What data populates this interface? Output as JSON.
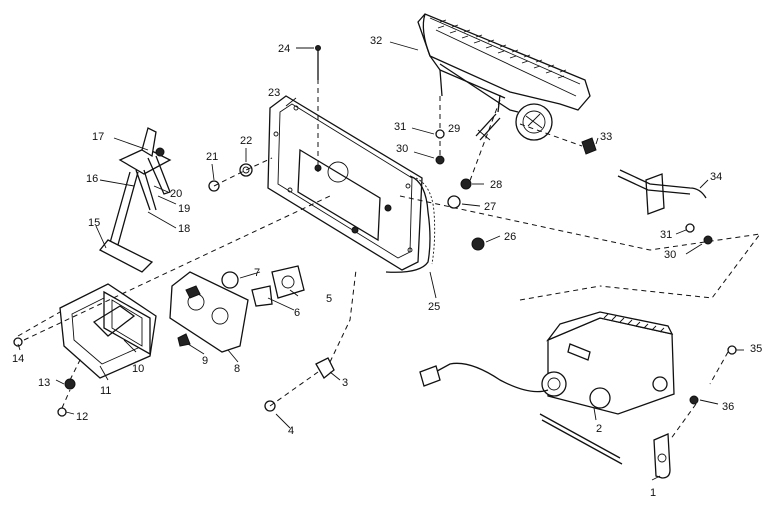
{
  "diagram": {
    "part_labels": {
      "p1": "1",
      "p2": "2",
      "p3": "3",
      "p4": "4",
      "p5": "5",
      "p6": "6",
      "p7": "7",
      "p8": "8",
      "p9": "9",
      "p10": "10",
      "p11": "11",
      "p12": "12",
      "p13": "13",
      "p14": "14",
      "p15": "15",
      "p16": "16",
      "p17": "17",
      "p18": "18",
      "p19": "19",
      "p20": "20",
      "p21": "21",
      "p22": "22",
      "p23": "23",
      "p24": "24",
      "p25": "25",
      "p26": "26",
      "p27": "27",
      "p28": "28",
      "p29": "29",
      "p30a": "30",
      "p30b": "30",
      "p31a": "31",
      "p31b": "31",
      "p32": "32",
      "p33": "33",
      "p34": "34",
      "p35": "35",
      "p36": "36"
    }
  }
}
